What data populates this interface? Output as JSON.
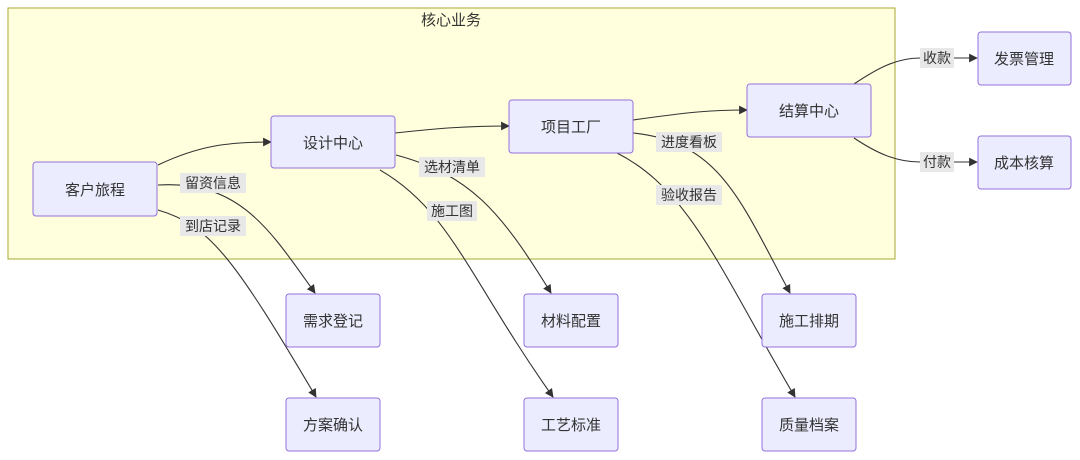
{
  "diagram": {
    "cluster_title": "核心业务",
    "nodes": {
      "kehu": "客户旅程",
      "sheji": "设计中心",
      "xiangmu": "项目工厂",
      "jiesuan": "结算中心",
      "fapiao": "发票管理",
      "chengben": "成本核算",
      "xuqiu": "需求登记",
      "fangan": "方案确认",
      "cailiao": "材料配置",
      "gongyi": "工艺标准",
      "paiqi": "施工排期",
      "zhiliang": "质量档案"
    },
    "edge_labels": {
      "liuzi": "留资信息",
      "daodian": "到店记录",
      "xuancai": "选材清单",
      "shigongtu": "施工图",
      "jindu": "进度看板",
      "yanshou": "验收报告",
      "shoukuan": "收款",
      "fukuan": "付款"
    }
  }
}
